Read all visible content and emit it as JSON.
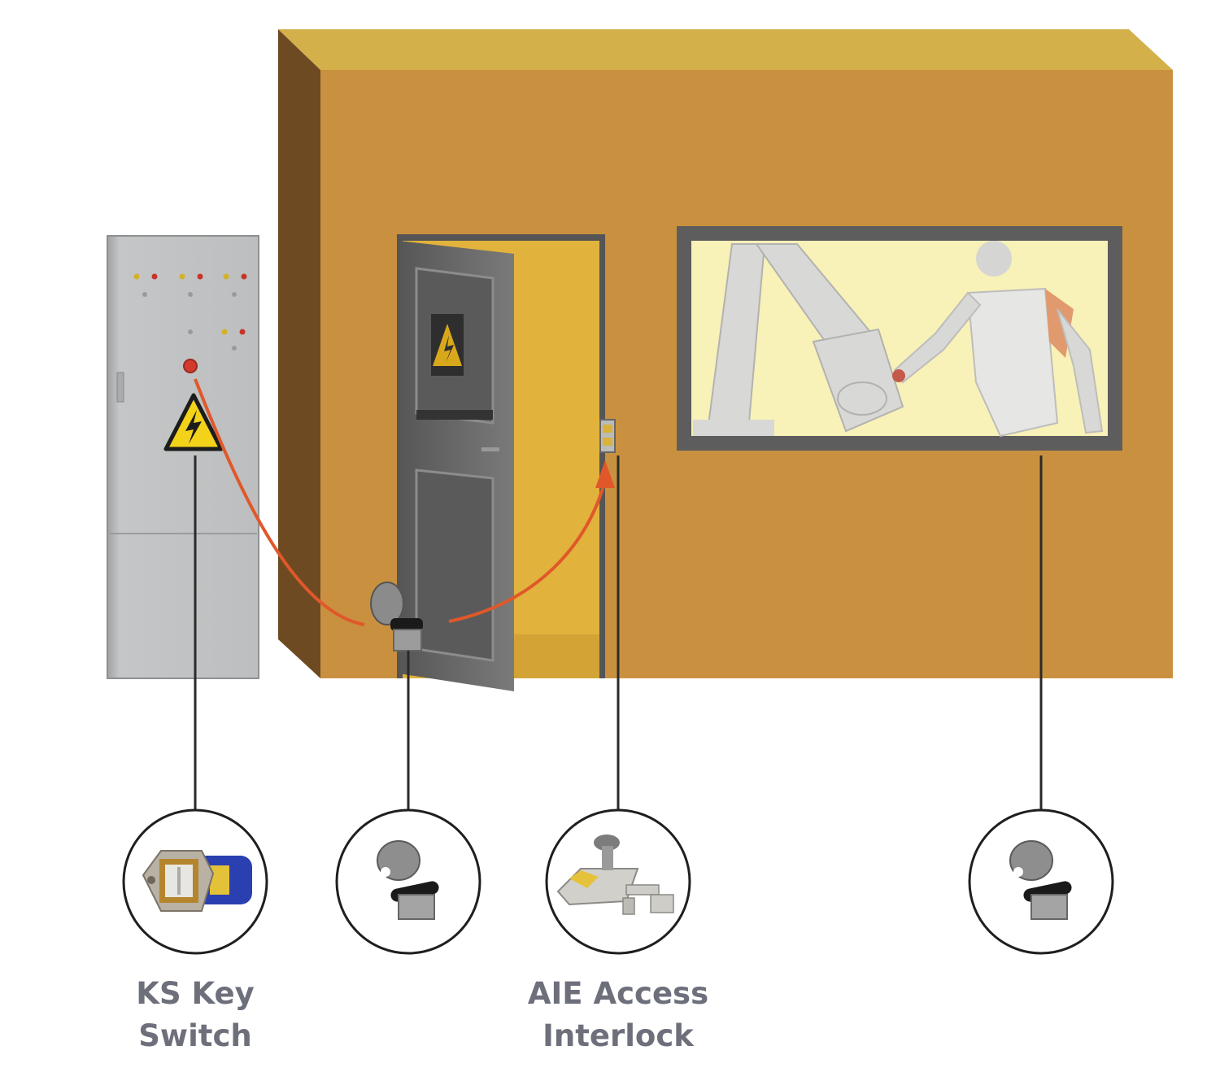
{
  "components": [
    {
      "id": "ks",
      "label_lines": [
        "KS Key",
        "Switch"
      ]
    },
    {
      "id": "key",
      "label_lines": []
    },
    {
      "id": "aie",
      "label_lines": [
        "AIE Access",
        "Interlock"
      ]
    },
    {
      "id": "key2",
      "label_lines": []
    }
  ],
  "colors": {
    "wall_front": "#c9913f",
    "wall_side": "#6e4a22",
    "wall_top": "#d4b04a",
    "door": "#6b6b6b",
    "cabinet": "#bfc1c2",
    "arrow": "#e0582a",
    "window_glass": "#f8f1b8",
    "warning": "#f3d21a",
    "label_text": "#6d6f7b"
  }
}
